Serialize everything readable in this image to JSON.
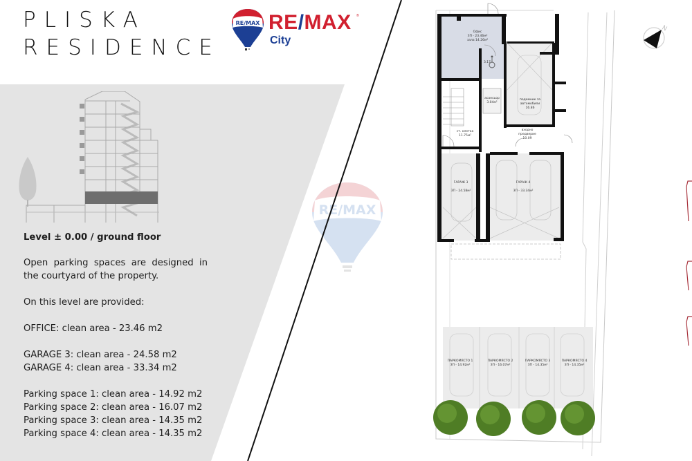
{
  "header": {
    "title_line1": "PLISKA",
    "title_line2": "RESIDENCE",
    "logo": {
      "brand": "RE/MAX",
      "brand_part1": "RE",
      "brand_slash": "/",
      "brand_part2": "MAX",
      "subbrand": "City",
      "balloon_text": "RE/MAX",
      "registered_mark": "®"
    }
  },
  "colors": {
    "remax_red": "#d1202f",
    "remax_blue": "#1c3f94",
    "panel_grey": "#e4e4e4",
    "office_fill": "#d8dce6",
    "wall": "#111111",
    "shrub_green": "#5a8a2e"
  },
  "description": {
    "heading": "Level ± 0.00 / ground floor",
    "intro": "Open parking spaces are designed in the courtyard of the property.",
    "provided_label": "On this level are provided:",
    "office": "OFFICE: clean area - 23.46 m2",
    "garages": [
      "GARAGE 3: clean area - 24.58 m2",
      "GARAGE 4: clean area - 33.34 m2"
    ],
    "parking_spaces": [
      "Parking space 1: clean area - 14.92 m2",
      "Parking space 2: clean area - 16.07 m2",
      "Parking space 3: clean area - 14.35 m2",
      "Parking space 4: clean area - 14.35 m2"
    ]
  },
  "floor_plan": {
    "rooms": [
      {
        "name": "Офис",
        "area": "ЗП - 23.46м²",
        "sub": "зала 14.26м²"
      },
      {
        "name": "wc",
        "area": "3.17"
      },
      {
        "name": "асансьор",
        "area": "3.04м²"
      },
      {
        "name": "подемник за автомобили",
        "area": "16.86"
      },
      {
        "name": "ст. клетка",
        "area": "11.75м²"
      },
      {
        "name": "входно предверие",
        "area": "10.09"
      },
      {
        "name": "ГАРАЖ 3",
        "area": "ЗП - 24.58м²"
      },
      {
        "name": "ГАРАЖ 4",
        "area": "ЗП - 33.34м²"
      }
    ],
    "parking": [
      {
        "name": "ПАРКОМЯСТО 1",
        "area": "ЗП - 14.92м²"
      },
      {
        "name": "ПАРКОМЯСТО 2",
        "area": "ЗП - 16.07м²"
      },
      {
        "name": "ПАРКОМЯСТО 3",
        "area": "ЗП - 14.35м²"
      },
      {
        "name": "ПАРКОМЯСТО 4",
        "area": "ЗП - 14.35м²"
      }
    ],
    "compass_label": "N"
  },
  "watermark": {
    "text": "RE/MAX"
  }
}
